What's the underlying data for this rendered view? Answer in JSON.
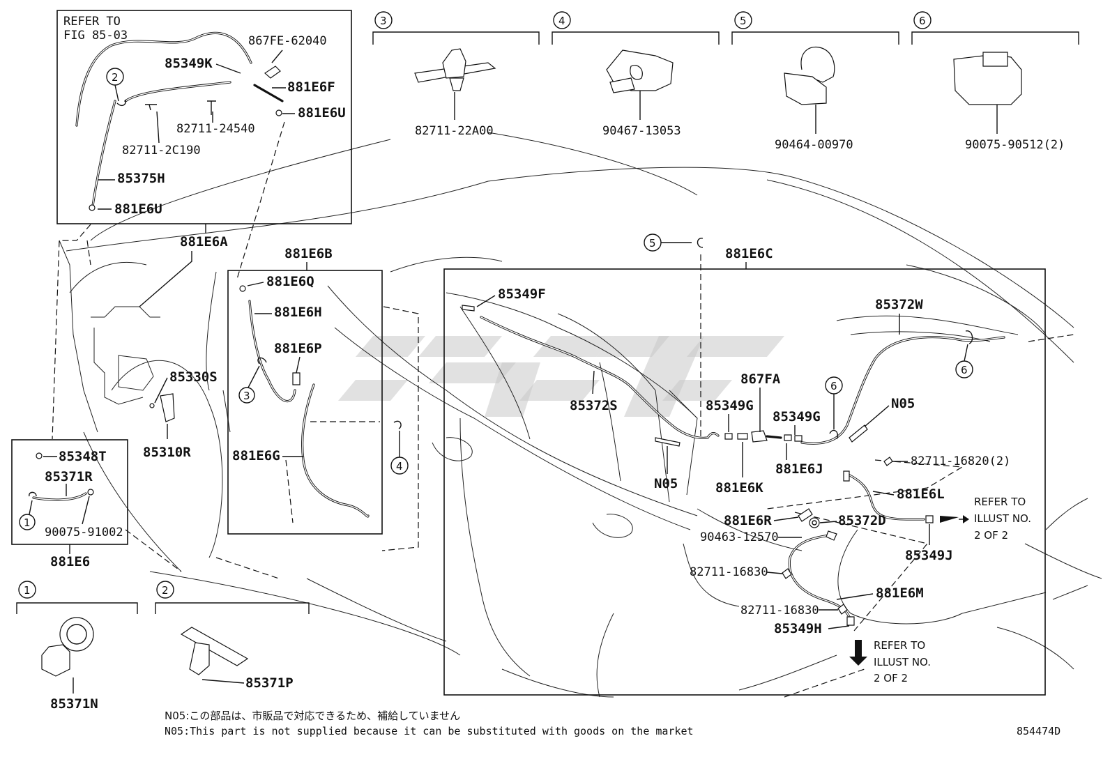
{
  "callouts": {
    "refer_fig": [
      "REFER TO",
      "FIG 85-03"
    ],
    "refer_illust_1": [
      "REFER TO",
      "ILLUST NO.",
      "2 OF 2"
    ],
    "refer_illust_2": [
      "REFER TO",
      "ILLUST NO.",
      "2 OF 2"
    ]
  },
  "group_numbers": [
    "1",
    "2",
    "3",
    "4",
    "5",
    "6"
  ],
  "detail_parts": {
    "g1": "85371N",
    "g2": "85371P",
    "g3": "82711-22A00",
    "g4": "90467-13053",
    "g5": "90464-00970",
    "g6": "90075-90512(2)"
  },
  "box_a": {
    "p1": "867FE-62040",
    "p2": "85349K",
    "p3": "881E6F",
    "p4": "881E6U",
    "p5": "82711-24540",
    "p6": "82711-2C190",
    "p7": "85375H",
    "p8": "881E6U",
    "title": "881E6A"
  },
  "box_b": {
    "title": "881E6B",
    "p1": "881E6Q",
    "p2": "881E6H",
    "p3": "881E6P",
    "p4": "881E6G"
  },
  "box_e6": {
    "title": "881E6",
    "p1": "85348T",
    "p2": "85371R",
    "p3": "90075-91002"
  },
  "loose": {
    "p1": "85330S",
    "p2": "85310R"
  },
  "box_c": {
    "title": "881E6C",
    "parts": {
      "a": "85349F",
      "b": "85372W",
      "c": "85372S",
      "d": "867FA",
      "e": "85349G",
      "f": "85349G",
      "g": "N05",
      "h": "N05",
      "i": "881E6J",
      "j": "881E6K",
      "k": "82711-16820(2)",
      "l": "881E6L",
      "m": "881E6R",
      "n": "85372D",
      "o": "90463-12570",
      "p": "85349J",
      "q": "82711-16830",
      "r": "881E6M",
      "s": "82711-16830",
      "t": "85349H"
    }
  },
  "footnotes": {
    "jp": "N05:この部品は、市販品で対応できるため、補給していません",
    "en": "N05:This part is not supplied because it can be substituted with goods on the market"
  },
  "drawing_number": "854474D"
}
